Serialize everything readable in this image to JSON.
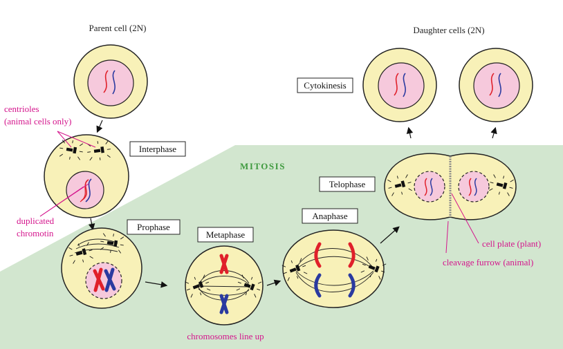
{
  "colors": {
    "cell_fill": "#f8f1b8",
    "nucleus_fill": "#f6c9dc",
    "mitosis_region": "#d2e6cf",
    "label_magenta": "#d4148c",
    "mitosis_title": "#3f9a3f",
    "chromosome_red": "#e0202a",
    "chromosome_blue": "#2a3aa0",
    "centriole": "#111111"
  },
  "headings": {
    "parent_cell": "Parent cell (2N)",
    "daughter_cells": "Daughter cells (2N)",
    "mitosis": "MITOSIS"
  },
  "stages": {
    "interphase": "Interphase",
    "prophase": "Prophase",
    "metaphase": "Metaphase",
    "anaphase": "Anaphase",
    "telophase": "Telophase",
    "cytokinesis": "Cytokinesis"
  },
  "annotations": {
    "centrioles_line1": "centrioles",
    "centrioles_line2": "(animal cells only)",
    "duplicated_line1": "duplicated",
    "duplicated_line2": "chromotin",
    "chromosomes_line_up": "chromosomes line up",
    "cell_plate": "cell plate (plant)",
    "cleavage_furrow": "cleavage furrow (animal)"
  }
}
